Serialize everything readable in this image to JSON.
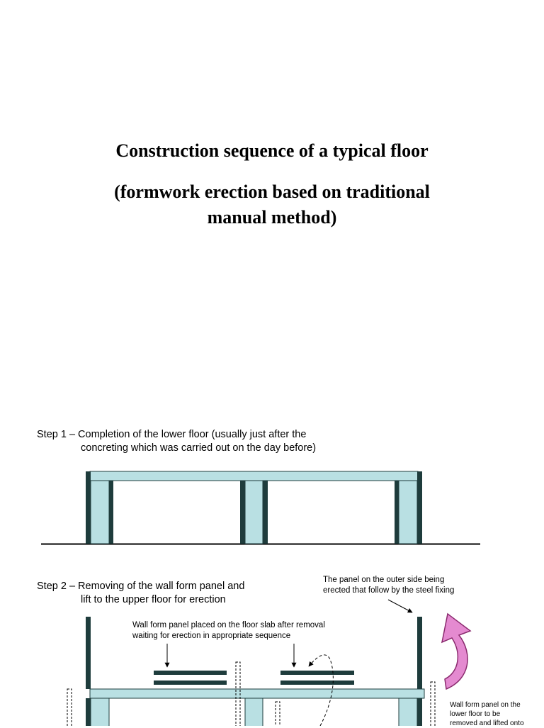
{
  "title": {
    "main": "Construction sequence of a typical floor",
    "sub_line1": "(formwork erection based on traditional",
    "sub_line2": "manual method)"
  },
  "step1": {
    "line1": "Step 1 – Completion of the lower floor (usually just after the",
    "line2": "concreting which was carried out on the day before)"
  },
  "step2": {
    "line1": "Step 2 – Removing of the wall form panel and",
    "line2": "lift to the upper floor for erection"
  },
  "annotations": {
    "outer_panel_line1": "The panel on the outer side being",
    "outer_panel_line2": "erected that follow by the steel fixing",
    "placed_panel_line1": "Wall form panel placed on the floor slab after removal",
    "placed_panel_line2": "waiting for erection in appropriate sequence",
    "lower_panel_line1": "Wall form panel on the",
    "lower_panel_line2": "lower floor to be",
    "lower_panel_line3": "removed and lifted onto"
  },
  "colors": {
    "concrete": "#b9e0e3",
    "formwork": "#1e3c3c",
    "lift_arrow": "#e48ad0",
    "lift_arrow_outline": "#8a2a6e"
  }
}
